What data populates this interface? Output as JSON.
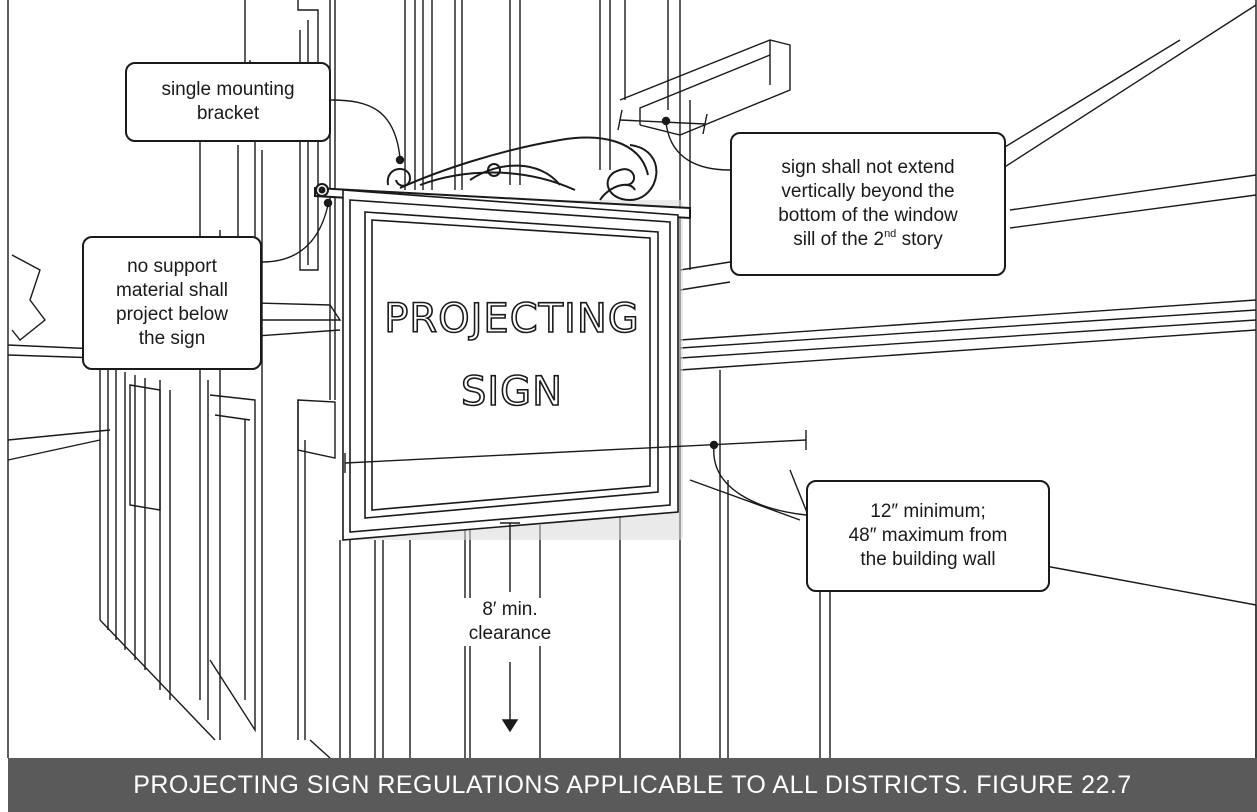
{
  "figure": {
    "caption": "PROJECTING SIGN REGULATIONS APPLICABLE TO ALL DISTRICTS. FIGURE 22.7",
    "sign_line1": "PROJECTING",
    "sign_line2": "SIGN",
    "callouts": {
      "bracket": {
        "line1": "single mounting",
        "line2": "bracket"
      },
      "support": {
        "line1": "no support",
        "line2": "material shall",
        "line3": "project below",
        "line4": "the sign"
      },
      "vertical": {
        "line1": "sign shall not extend",
        "line2": "vertically beyond the",
        "line3": "bottom of the window",
        "line4_pre": "sill of the 2",
        "line4_sup": "nd",
        "line4_post": " story"
      },
      "projection": {
        "line1": "12″ minimum;",
        "line2": "48″ maximum from",
        "line3": "the building wall"
      },
      "clearance": {
        "line1": "8′ min.",
        "line2": "clearance"
      }
    }
  },
  "colors": {
    "ink": "#1a1a1a",
    "caption_bar": "#5a5a5a",
    "caption_text": "#ffffff"
  }
}
